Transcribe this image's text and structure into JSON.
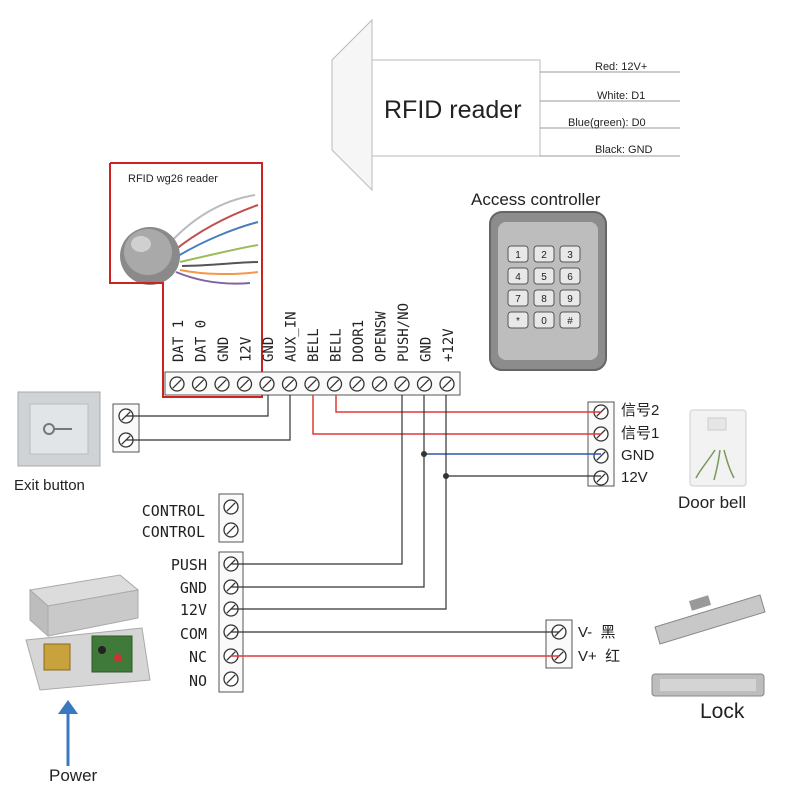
{
  "rfid_reader": {
    "title": "RFID reader",
    "wires": [
      {
        "label": "Red: 12V+"
      },
      {
        "label": "White:  D1"
      },
      {
        "label": "Blue(green):  D0"
      },
      {
        "label": "Black:  GND"
      }
    ]
  },
  "wg26_reader": {
    "title": "RFID wg26 reader"
  },
  "access_controller": {
    "title": "Access controller",
    "keys": [
      "1",
      "2",
      "3",
      "4",
      "5",
      "6",
      "7",
      "8",
      "9",
      "*",
      "0",
      "#"
    ]
  },
  "terminal_block": {
    "labels": [
      "DAT 1",
      "DAT 0",
      "GND",
      "12V",
      "GND",
      "AUX_IN",
      "BELL",
      "BELL",
      "DOOR1",
      "OPENSW",
      "PUSH/NO",
      "GND",
      "+12V"
    ]
  },
  "exit_button": {
    "label": "Exit button"
  },
  "door_bell": {
    "label": "Door bell",
    "terminals": [
      "信号2",
      "信号1",
      "GND",
      "12V"
    ]
  },
  "power_supply": {
    "control_terminals": [
      "CONTROL",
      "CONTROL"
    ],
    "terminals": [
      "PUSH",
      "GND",
      "12V",
      "COM",
      "NC",
      "NO"
    ],
    "arrow_label": "Power"
  },
  "lock": {
    "label": "Lock",
    "terminals": [
      "V-  黑",
      "V+  红"
    ]
  },
  "colors": {
    "red_wire": "#e03a3a",
    "blue_wire": "#2f55b5",
    "black_wire": "#333333",
    "highlight": "#cc2222",
    "arrow": "#3a78c0"
  }
}
